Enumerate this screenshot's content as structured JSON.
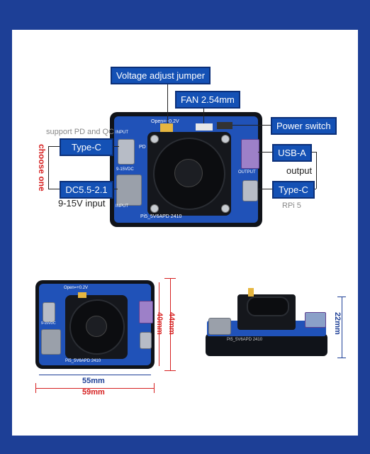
{
  "labels": {
    "voltage_jumper": "Voltage adjust jumper",
    "fan": "FAN 2.54mm",
    "power_switch": "Power switch",
    "type_c_in": "Type-C",
    "dc_in": "DC5.5-2.1",
    "usb_a": "USB-A",
    "type_c_out": "Type-C"
  },
  "notes": {
    "support": "support PD and QC",
    "choose_one": "choose one",
    "input_range": "9-15V input",
    "output": "output",
    "rpi": "RPi 5"
  },
  "board_silk": {
    "open": "Open=+0.2V",
    "pd": "PD",
    "input_top": "INPUT",
    "vdc": "9-15VDC",
    "input_bottom": "INPUT",
    "model": "Pi5_5V6APD 2410",
    "output": "OUTPUT"
  },
  "dimensions": {
    "height_44": "44mm",
    "height_40": "40mm",
    "width_55": "55mm",
    "width_59": "59mm",
    "depth_22": "22mm"
  },
  "colors": {
    "background": "#1d3f96",
    "label_fill": "#1451b5",
    "dimension_red": "#d62020",
    "pcb_blue": "#2052b8"
  }
}
